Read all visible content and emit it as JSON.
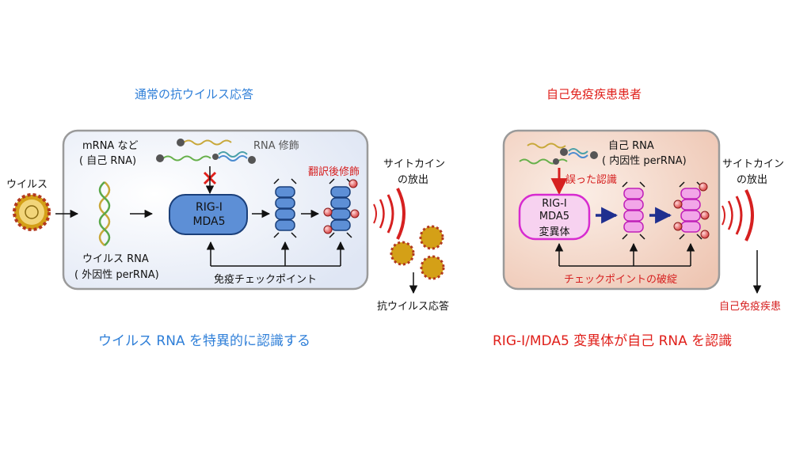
{
  "left_panel": {
    "title": "通常の抗ウイルス応答",
    "mrna_label_1": "mRNA など",
    "mrna_label_2": "( 自己 RNA)",
    "rna_mod": "RNA 修飾",
    "ptm": "翻訳後修飾",
    "virus": "ウイルス",
    "viral_rna_1": "ウイルス RNA",
    "viral_rna_2": "( 外因性 perRNA)",
    "sensor_1": "RIG-I",
    "sensor_2": "MDA5",
    "checkpoint": "免疫チェックポイント",
    "cytokine_1": "サイトカイン",
    "cytokine_2": "の放出",
    "outcome": "抗ウイルス応答",
    "bottom": "ウイルス RNA を特異的に認識する"
  },
  "right_panel": {
    "title": "自己免疫疾患患者",
    "self_rna_1": "自己 RNA",
    "self_rna_2": "( 内因性 perRNA)",
    "misrecog": "誤った認識",
    "sensor_1": "RIG-I",
    "sensor_2": "MDA5",
    "sensor_3": "変異体",
    "checkpoint_fail": "チェックポイントの破綻",
    "cytokine_1": "サイトカイン",
    "cytokine_2": "の放出",
    "outcome": "自己免疫疾患",
    "bottom": "RIG-I/MDA5 変異体が自己 RNA を認識"
  },
  "colors": {
    "blue_title": "#2f7fd8",
    "red_title": "#e0201b",
    "left_bg": "#e9eef8",
    "right_bg": "#f2d3c4",
    "sensor_blue": "#5d8fd6",
    "mutant_pink": "#f2a6e8"
  }
}
